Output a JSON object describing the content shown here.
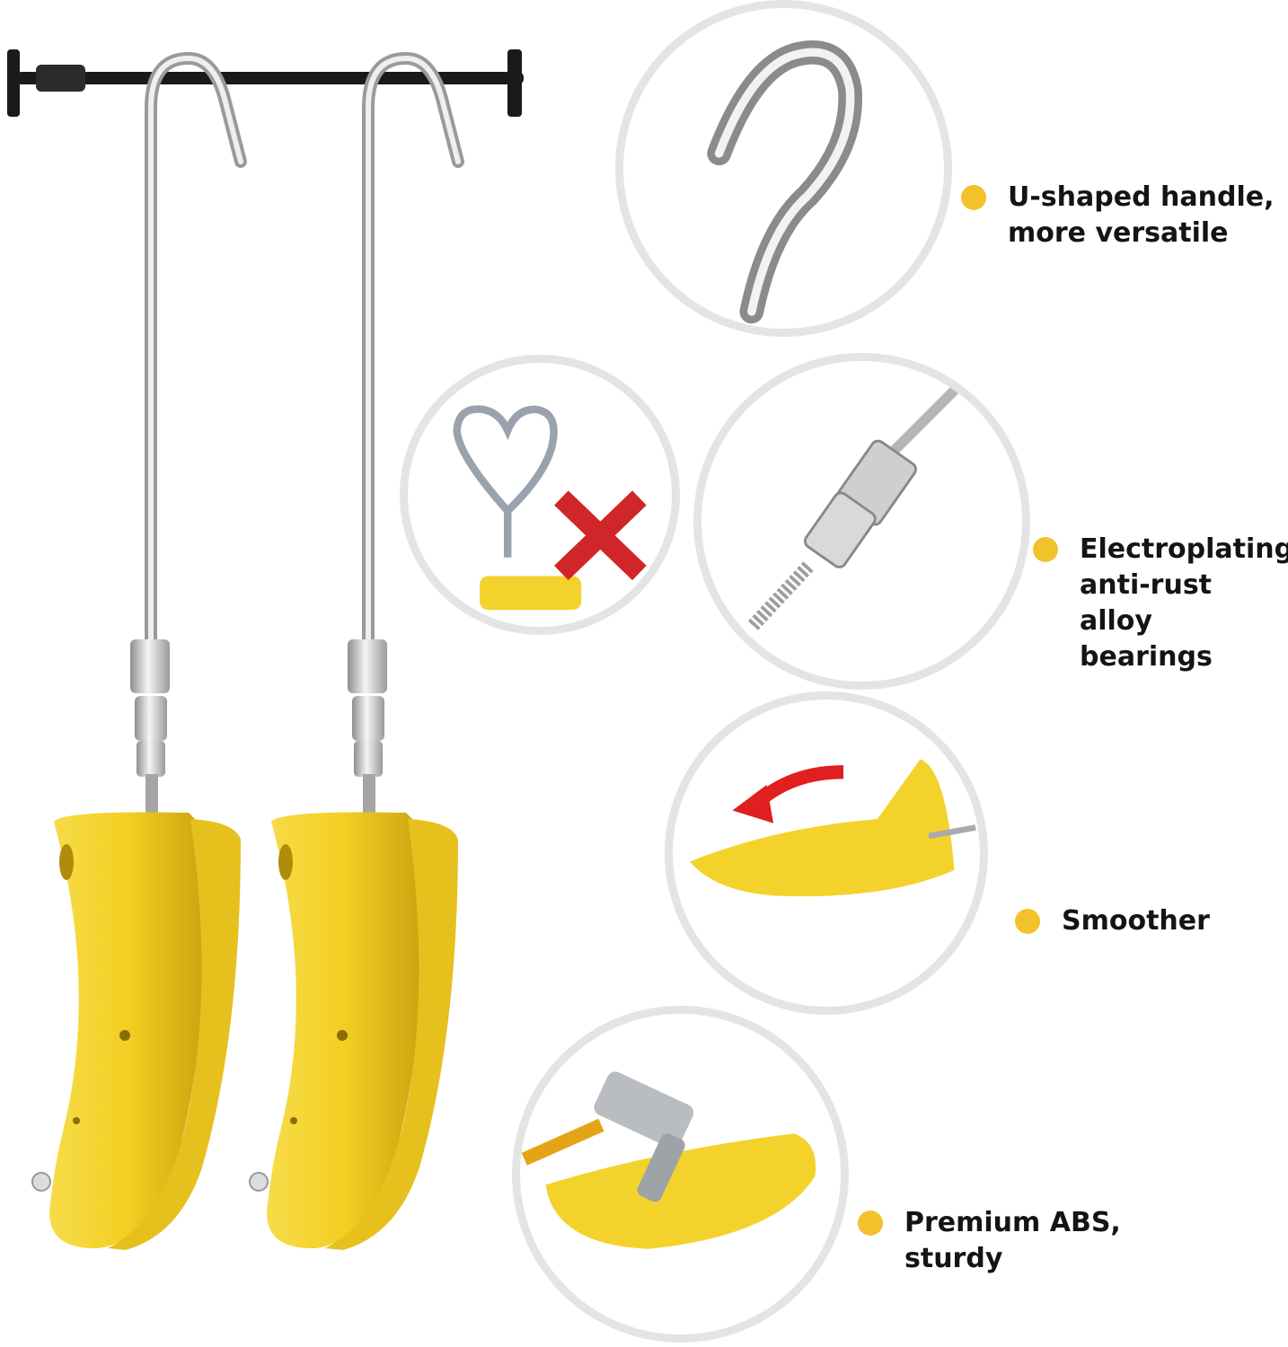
{
  "colors": {
    "accent_dot": "#f2c22d",
    "shoe_tree_yellow": "#f3d22c",
    "metal": "#c8c8c8",
    "bar": "#1a1a1a",
    "warning_cross": "#d0262a",
    "arrow": "#e02020",
    "circle_border": "#e4e4e4"
  },
  "icons": {
    "bullet": "dot-icon",
    "cross": "cross-icon",
    "arrow": "curved-arrow-icon"
  },
  "features": [
    {
      "text": "U-shaped handle,\nmore versatile"
    },
    {
      "text": "Electroplating\nanti-rust alloy\nbearings"
    },
    {
      "text": "Smoother"
    },
    {
      "text": "Premium ABS,\nsturdy"
    }
  ]
}
